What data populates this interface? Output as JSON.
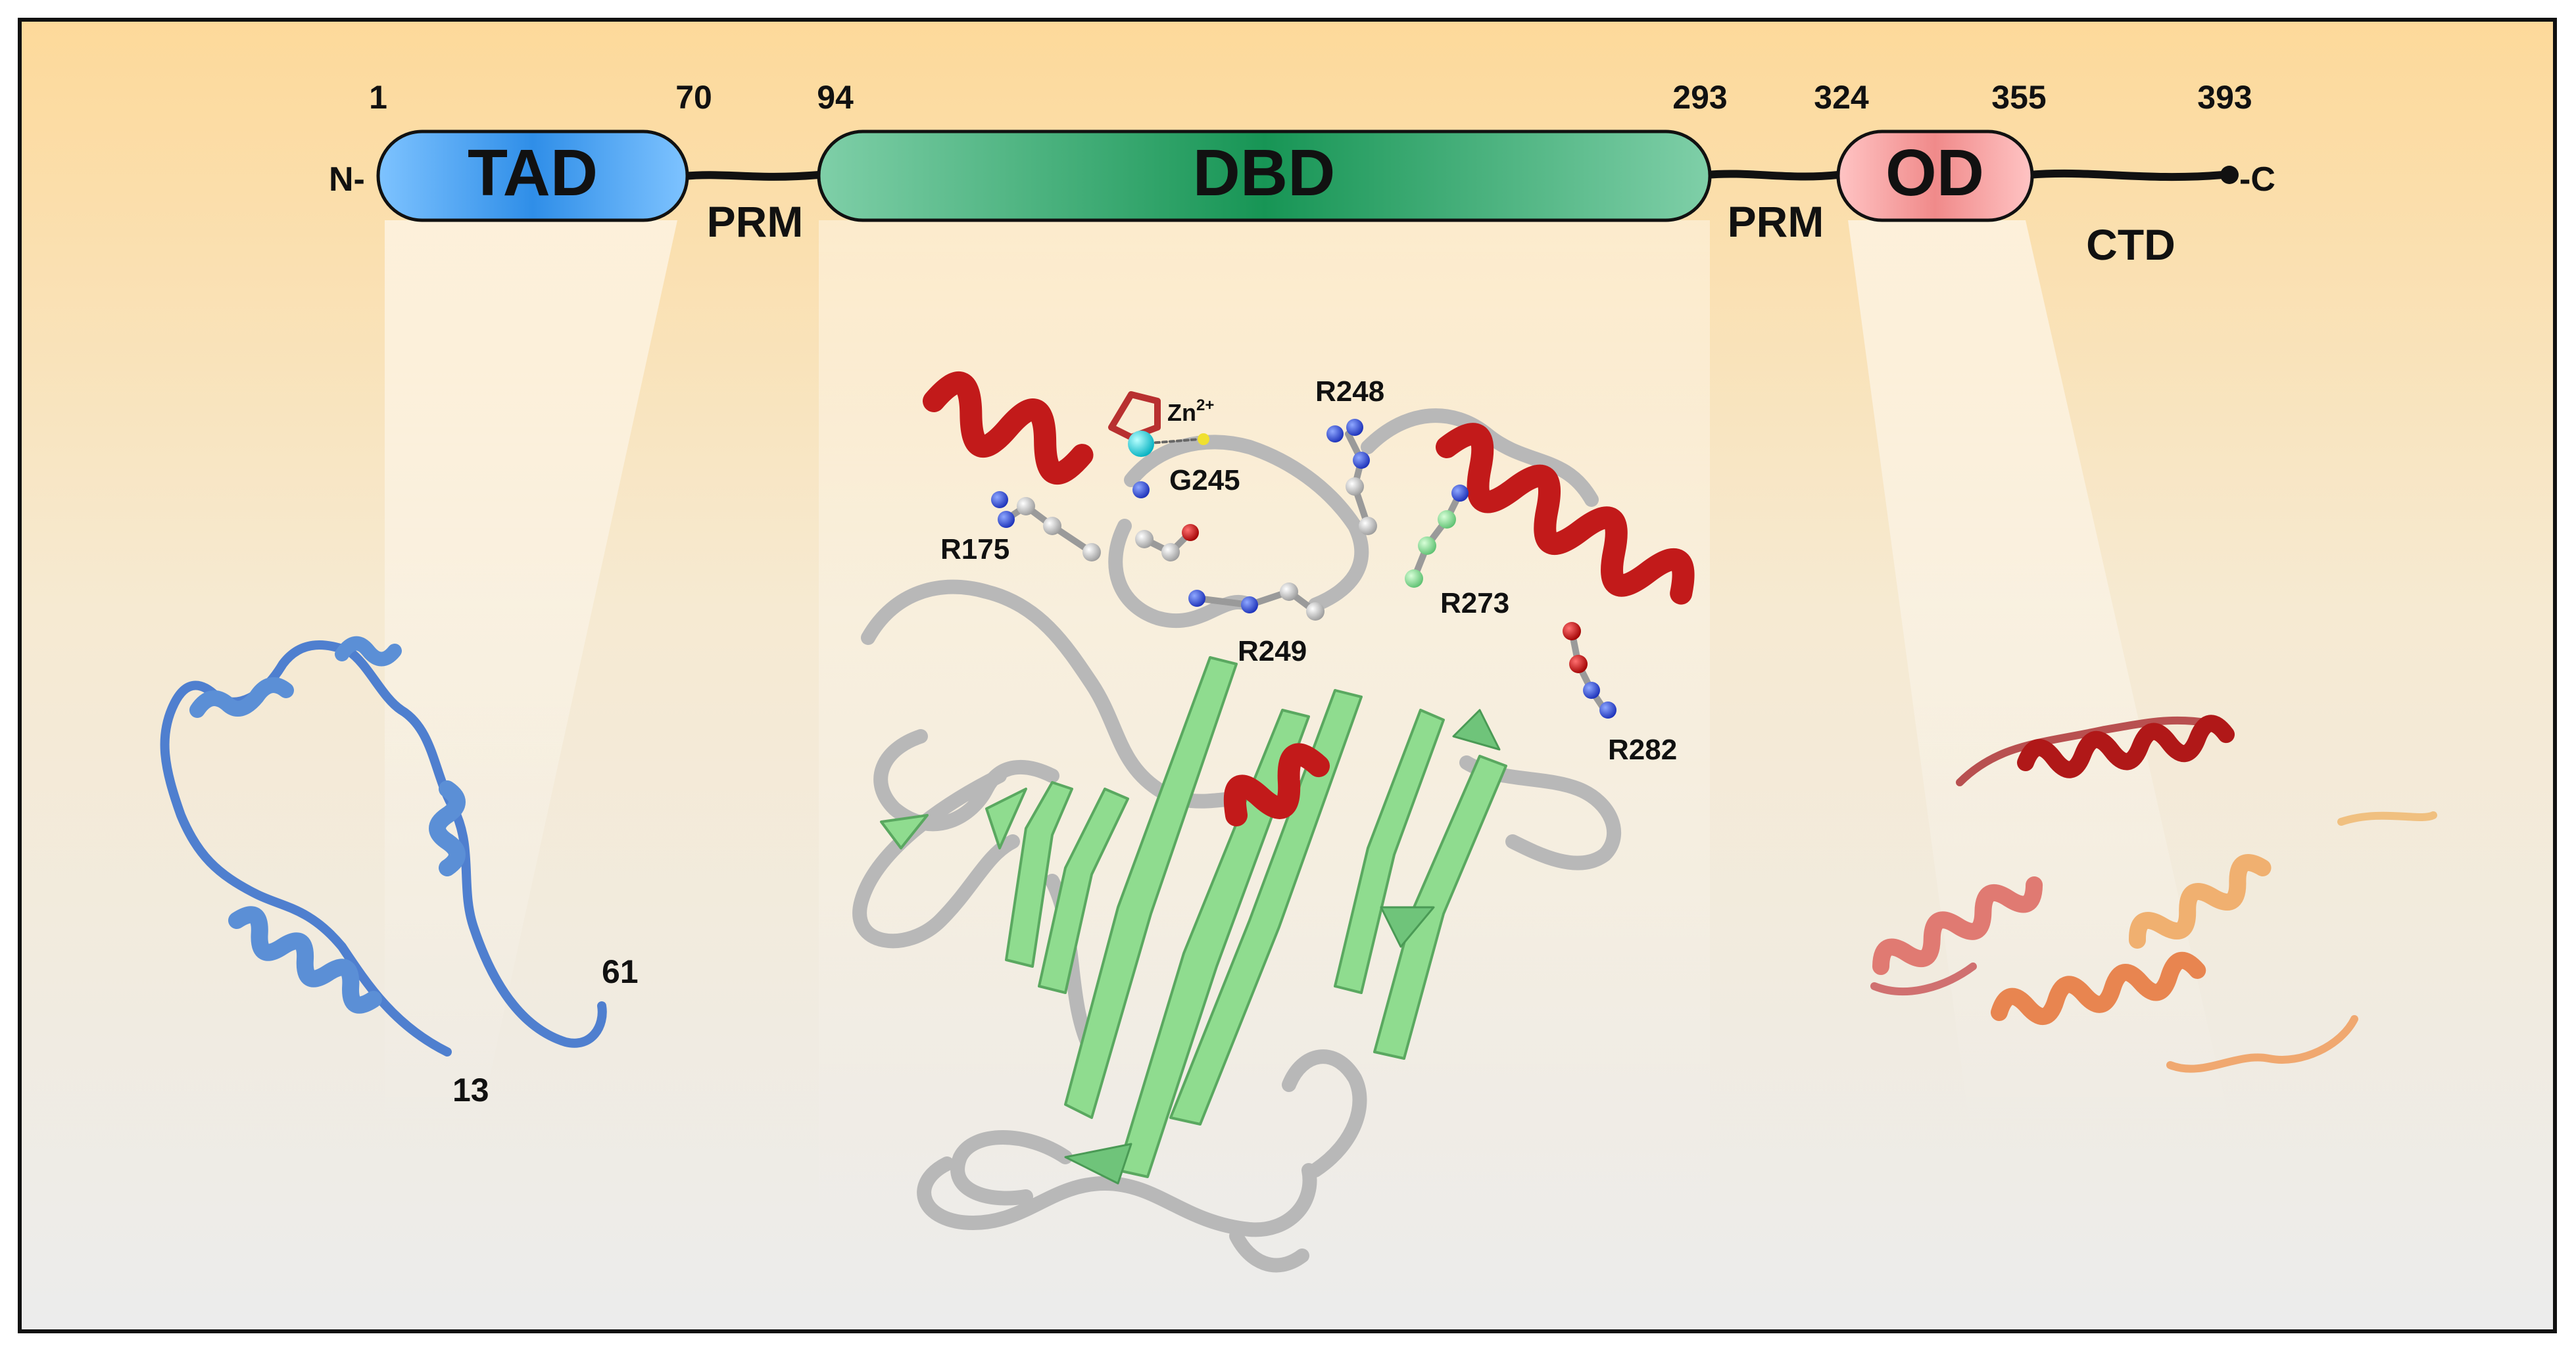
{
  "domains": {
    "tad": "TAD",
    "dbd": "DBD",
    "od": "OD"
  },
  "linkers": {
    "prm_left": "PRM",
    "prm_right": "PRM",
    "ctd": "CTD"
  },
  "termini": {
    "n": "N-",
    "c": "-C"
  },
  "residue_numbers": [
    "1",
    "70",
    "94",
    "293",
    "324",
    "355",
    "393"
  ],
  "structure_labels": {
    "zn": "Zn",
    "zn_charge": "2+",
    "g245": "G245",
    "r248": "R248",
    "r175": "R175",
    "r273": "R273",
    "r249": "R249",
    "r282": "R282",
    "tad_start": "13",
    "tad_end": "61"
  },
  "colors": {
    "tad": "#4aa3f0",
    "dbd": "#1f9a5a",
    "od": "#f4a0a0",
    "helix_red": "#c21a1a",
    "strand_green": "#8fdc8f",
    "loop_grey": "#c8c8c8",
    "tad_blue": "#5b8fd6",
    "od_orange": "#f0a870"
  }
}
